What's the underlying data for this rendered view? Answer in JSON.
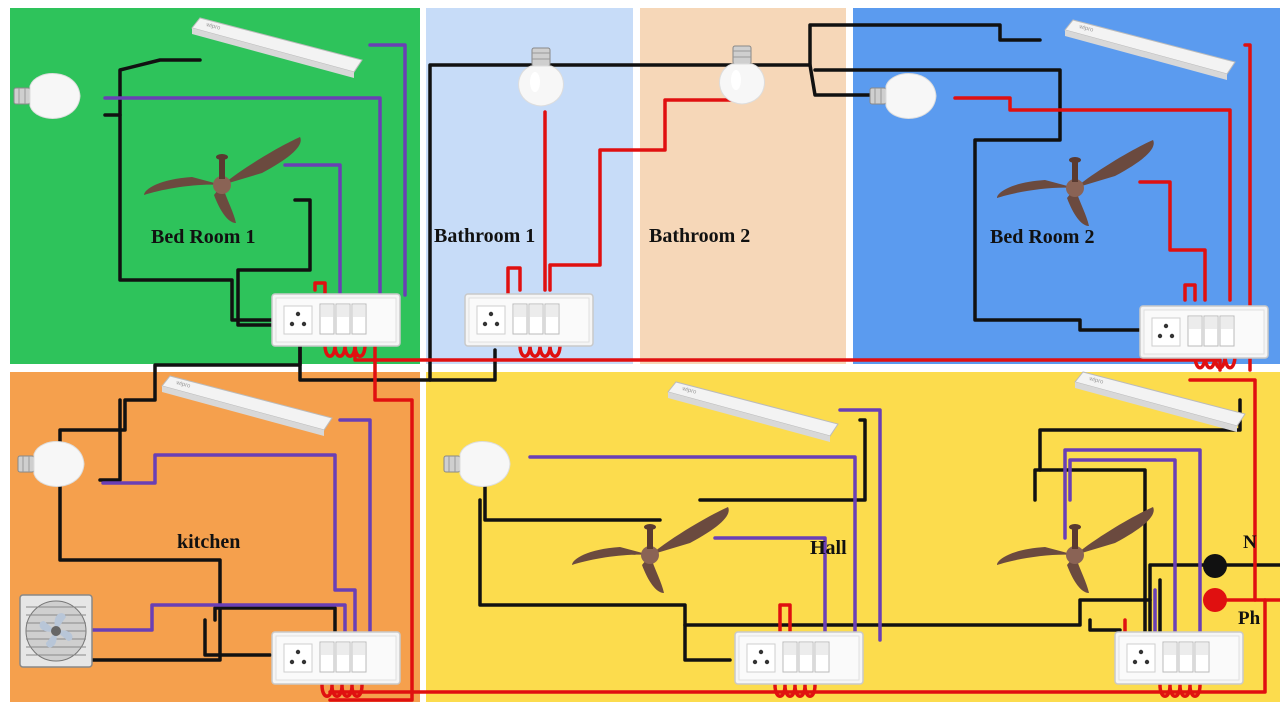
{
  "rooms": {
    "bedroom1": {
      "label": "Bed Room 1",
      "color": "#2ec35b"
    },
    "bathroom1": {
      "label": "Bathroom 1",
      "color": "#c7dcf8"
    },
    "bathroom2": {
      "label": "Bathroom 2",
      "color": "#f6d7b8"
    },
    "bedroom2": {
      "label": "Bed Room 2",
      "color": "#5b9bef"
    },
    "kitchen": {
      "label": "kitchen",
      "color": "#f5a04d"
    },
    "hall": {
      "label": "Hall",
      "color": "#fcdc4d"
    }
  },
  "supply": {
    "neutral": {
      "label": "N",
      "color": "#111111"
    },
    "phase": {
      "label": "Ph",
      "color": "#e01010"
    }
  },
  "wire_colors": {
    "phase": "#e01010",
    "neutral": "#111111",
    "switched": "#6a3fb5"
  },
  "icons": [
    "bulb-icon",
    "tube-light-icon",
    "ceiling-fan-icon",
    "exhaust-fan-icon",
    "switchboard-icon"
  ]
}
